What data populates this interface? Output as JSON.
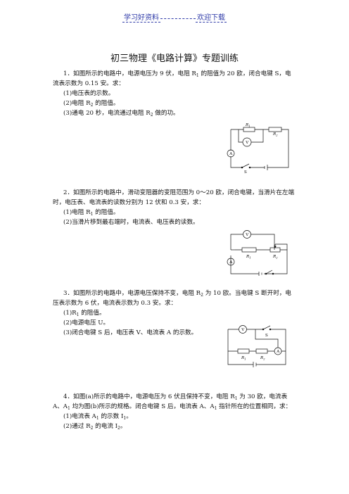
{
  "header": {
    "left": "学习好资料",
    "right": "欢迎下载"
  },
  "title": "初三物理《电路计算》专题训练",
  "q1": {
    "stem_a": "1．如图所示的电路中，电源电压为 9 伏，电阻 R",
    "stem_a_sub": "1",
    "stem_b": " 的阻值为 20 欧，闭合电键 S，电流表示数为 0.15 安。求：",
    "s1": "(1)电压表的示数。",
    "s2a": "(2)电阻 R",
    "s2sub": "2",
    "s2b": " 的阻值。",
    "s3a": "(3)通电 20 秒，电流通过电阻 R",
    "s3sub": "2",
    "s3b": " 做的功。",
    "labels": {
      "r1": "R1",
      "r2": "R2",
      "v": "V",
      "a": "A",
      "s": "S"
    }
  },
  "q2": {
    "stem": "2．如图所示的电路中，滑动变阻器的变阻范围为 0～20 欧，闭合电键，当滑片在左端时，电压表、电流表的读数分别为 12 伏和 0.3 安，求：",
    "s1a": "(1)电阻 R",
    "s1sub": "1",
    "s1b": " 的阻值。",
    "s2": "(2)当滑片移到最右端时，电流表、电压表的读数。",
    "labels": {
      "r1": "R1",
      "r2": "R2",
      "v": "V",
      "a": "A"
    }
  },
  "q3": {
    "stem_a": "3．如图所示的电路中，电源电压保持不变，电阻 R",
    "stem_sub": "2",
    "stem_b": " 为 10 欧。当电键 S 断开时，电压表示数为 6 伏，电流表示数为 0.3 安。求：",
    "s1a": "(1)R",
    "s1sub": "1",
    "s1b": " 的阻值。",
    "s2": "(2)电源电压 U。",
    "s3": "(3)闭合电键 S 后，电压表 V、电流表 A 的示数。",
    "labels": {
      "r1": "R1",
      "r2": "R2",
      "v": "V",
      "a": "A",
      "s": "S"
    }
  },
  "q4": {
    "stem_a": "4．如图(a)所示的电路中，电源电压为 6 伏且保持不变，电阻 R",
    "stem_sub1": "1",
    "stem_b": " 为 30 欧，电流表 A、A",
    "stem_sub2": "1",
    "stem_c": " 均为图(b)所示的规格。闭合电键 S 后，电流表 A、A",
    "stem_sub3": "1",
    "stem_d": " 指针所在的位置相同，求：",
    "s1a": "(1)电流表 A",
    "s1sub": "1",
    "s1b": " 的示数 I",
    "s1sub2": "1",
    "s1c": "。",
    "s2a": "(2)通过 R",
    "s2sub": "2",
    "s2b": " 的电流 I",
    "s2sub2": "2",
    "s2c": "。"
  }
}
